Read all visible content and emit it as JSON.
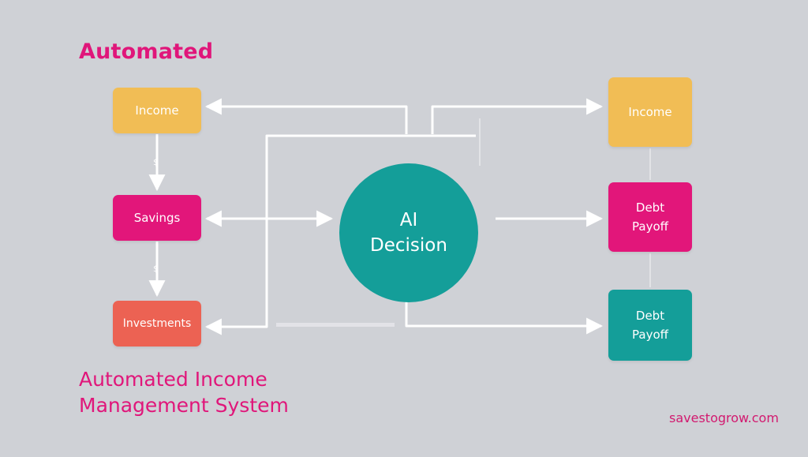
{
  "heading": "Automated",
  "nodes": {
    "income_left": "Income",
    "savings": "Savings",
    "investments": "Investments",
    "income_right": "Income",
    "debt_payoff_1": [
      "Debt",
      "Payoff"
    ],
    "debt_payoff_2": [
      "Debt",
      "Payoff"
    ]
  },
  "center": [
    "AI",
    "Decision"
  ],
  "flow_symbol": "$",
  "title": [
    "Automated Income",
    "Management System"
  ],
  "site": "savestogrow.com",
  "colors": {
    "background": "#cfd1d6",
    "accent": "#e0167a",
    "yellow": "#f1bd55",
    "magenta": "#e2167a",
    "coral": "#ec6253",
    "teal": "#149e99",
    "arrow": "#ffffff"
  }
}
